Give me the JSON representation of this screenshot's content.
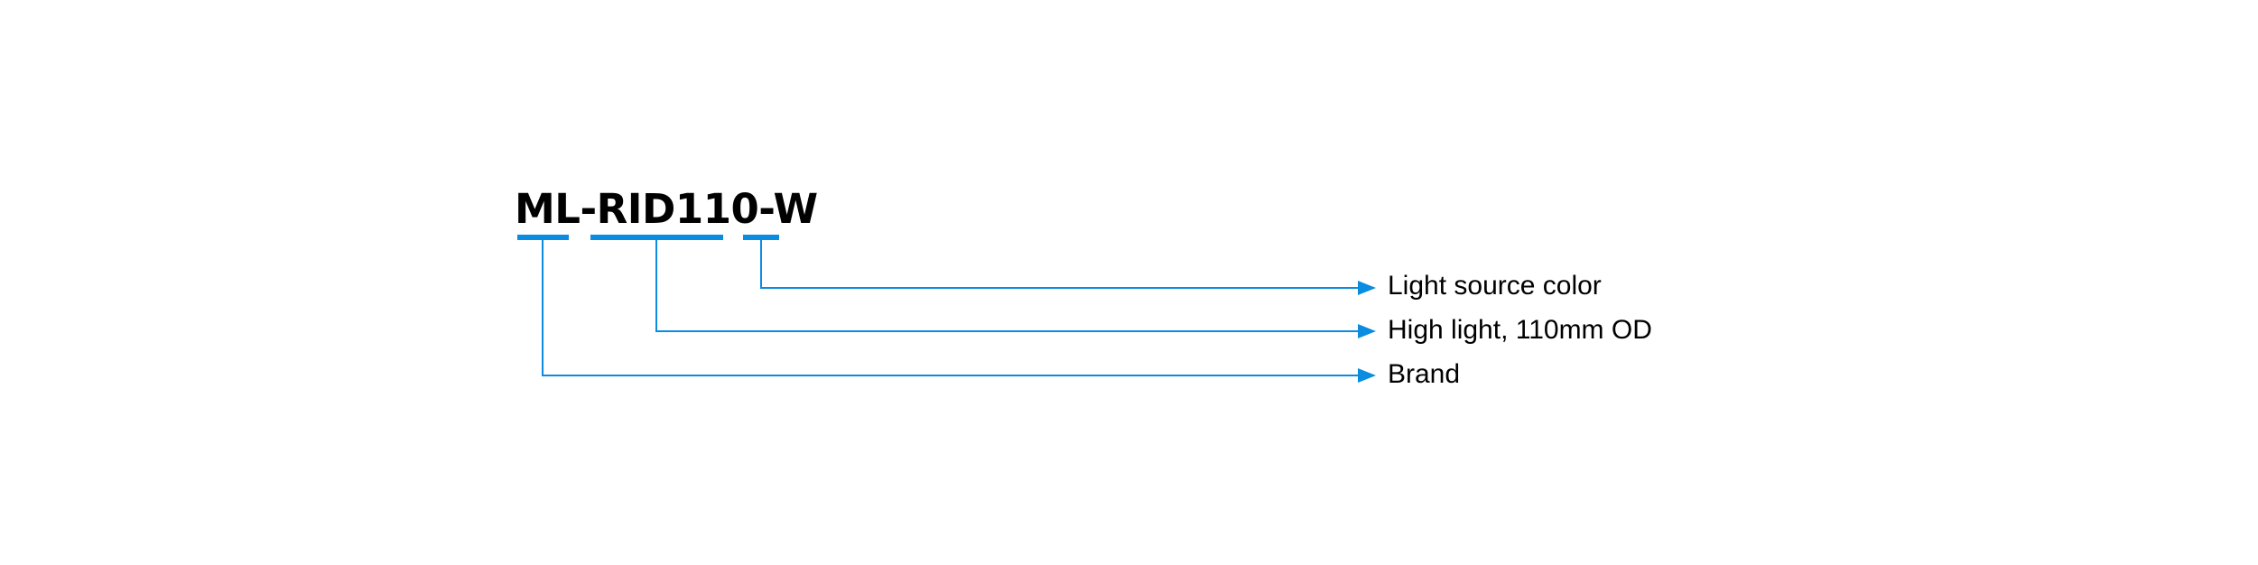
{
  "part_number": {
    "full": "ML-RID110-W"
  },
  "segments": [
    {
      "code": "ML",
      "meaning": "Brand"
    },
    {
      "code": "RID110",
      "meaning": "High light, 110mm OD"
    },
    {
      "code": "W",
      "meaning": "Light source color"
    }
  ],
  "colors": {
    "accent": "#0a8ce0",
    "text": "#000000"
  }
}
